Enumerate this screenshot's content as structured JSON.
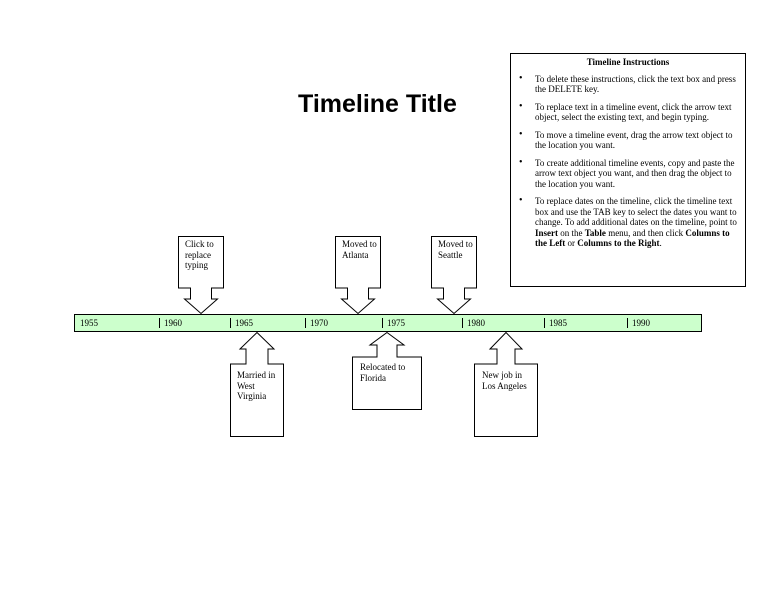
{
  "title": "Timeline Title",
  "instructions": {
    "heading": "Timeline Instructions",
    "items": [
      {
        "html": "To delete these instructions, click the text box and press the DELETE key."
      },
      {
        "html": "To replace text in a timeline event, click the arrow text object, select the existing text, and begin typing."
      },
      {
        "html": "To move a timeline event, drag the arrow text object to the location you want."
      },
      {
        "html": "To create additional timeline events, copy and paste the arrow text object you want, and then drag the object to the location you want."
      },
      {
        "html": "To replace dates on the timeline, click the timeline text box and use the TAB key to select the dates you want to change. To add additional dates on the timeline, point to <b>Insert</b> on the <b>Table</b> menu, and then click <b>Columns to the Left</b> or <b>Columns to the Right</b>."
      }
    ]
  },
  "timeline": {
    "years": [
      "1955",
      "1960",
      "1965",
      "1970",
      "1975",
      "1980",
      "1985",
      "1990"
    ]
  },
  "events": [
    {
      "text": "Click to replace typing",
      "dir": "down"
    },
    {
      "text": "Moved to Atlanta",
      "dir": "down"
    },
    {
      "text": "Moved to Seattle",
      "dir": "down"
    },
    {
      "text": "Married in West Virginia",
      "dir": "up"
    },
    {
      "text": "Relocated to Florida",
      "dir": "up"
    },
    {
      "text": "New job in Los Angeles",
      "dir": "up"
    }
  ]
}
